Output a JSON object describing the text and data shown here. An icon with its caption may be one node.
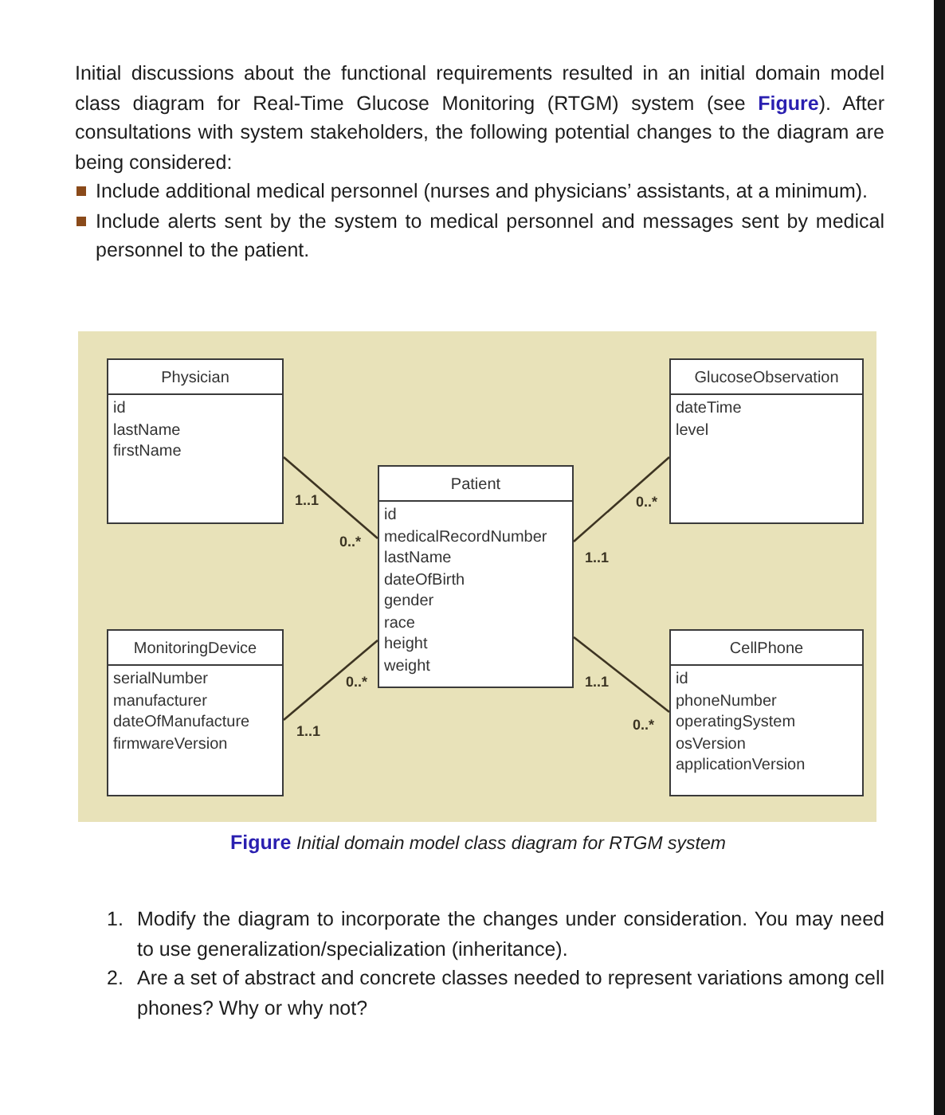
{
  "diagram": {
    "caption": "**Figure** *Initial domain model class diagram for RTGM system*",
    "nodes": [
      {
        "text": [
          "Physician",
          "id",
          "lastName",
          "firstName"
        ]
      },
      {
        "text": [
          "GlucoseObservation",
          "dateTime",
          "level"
        ]
      },
      {
        "text": [
          "Patient",
          "id",
          "medicalRecordNumber",
          "lastName",
          "dateOfBirth",
          "gender",
          "race",
          "height",
          "weight"
        ]
      },
      {
        "text": [
          "MonitoringDevice",
          "serialNumber",
          "manufacturer",
          "dateOfManufacture",
          "firmwareVersion"
        ]
      },
      {
        "text": [
          "CellPhone",
          "id",
          "phoneNumber",
          "operatingSystem",
          "osVersion",
          "applicationVersion"
        ]
      }
    ],
    "edges": [
      {
        "from": 0,
        "to": 2,
        "arrow": "none"
      },
      {
        "from": 2,
        "to": 1,
        "arrow": "none"
      },
      {
        "from": 2,
        "to": 3,
        "arrow": "none"
      },
      {
        "from": 2,
        "to": 4,
        "arrow": "none"
      }
    ],
    "labels": [
      "Initial discussions about the functional requirements resulted in an initial domain model class diagram for Real-Time Glucose Monitoring (RTGM) system (see **Figure**). After consultations with system stakeholders, the following potential changes to the diagram are being considered:",
      "Include additional medical personnel (nurses and physicians’ assistants, at a minimum).",
      "Include alerts sent by the system to medical personnel and messages sent by medical personnel to the patient.",
      "1..1",
      "0..*",
      "0..*",
      "1..1",
      "0..*",
      "1..1",
      "1..1",
      "0..*",
      "1.",
      "Modify the diagram to incorporate the changes under consideration. You may need to use generalization/specialization (inheritance).",
      "2.",
      "Are a set of abstract and concrete classes needed to represent variations among cell phones? Why or why not?"
    ]
  }
}
